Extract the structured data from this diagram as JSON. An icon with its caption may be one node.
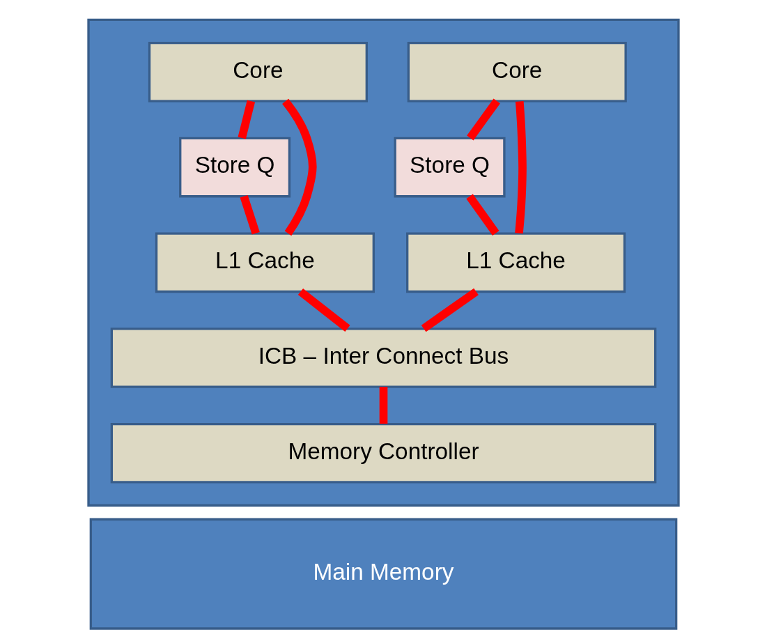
{
  "diagram": {
    "nodes": [
      {
        "text": [],
        "shape": "box"
      },
      {
        "text": [
          "Core"
        ],
        "in": 0
      },
      {
        "text": [
          "Store Q"
        ],
        "in": 0
      },
      {
        "text": [
          "L1 Cache"
        ],
        "in": 0
      },
      {
        "text": [
          "Core"
        ],
        "in": 0
      },
      {
        "text": [
          "Store Q"
        ],
        "in": 0
      },
      {
        "text": [
          "L1 Cache"
        ],
        "in": 0
      },
      {
        "text": [
          "ICB – Inter Connect Bus"
        ],
        "in": 0
      },
      {
        "text": [
          "Memory Controller"
        ],
        "in": 0
      },
      {
        "text": [
          "Main Memory"
        ]
      }
    ],
    "edges": [
      {
        "from": 1,
        "to": 3,
        "arrow": "none"
      },
      {
        "from": 1,
        "to": 2,
        "arrow": "none"
      },
      {
        "from": 2,
        "to": 3,
        "arrow": "none"
      },
      {
        "from": 4,
        "to": 6,
        "arrow": "none"
      },
      {
        "from": 4,
        "to": 5,
        "arrow": "none"
      },
      {
        "from": 5,
        "to": 6,
        "arrow": "none"
      },
      {
        "from": 3,
        "to": 7,
        "arrow": "none"
      },
      {
        "from": 6,
        "to": 7,
        "arrow": "none"
      },
      {
        "from": 7,
        "to": 8,
        "arrow": "none"
      }
    ]
  }
}
